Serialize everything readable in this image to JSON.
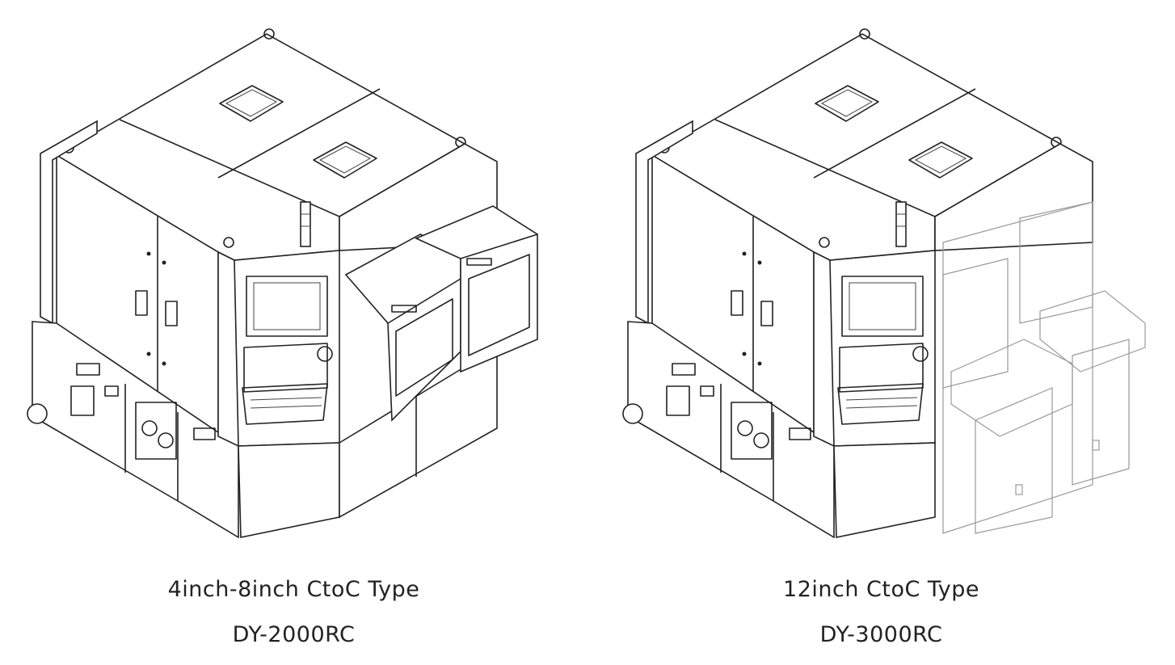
{
  "products": [
    {
      "type": "4inch-8inch CtoC Type",
      "model": "DY-2000RC"
    },
    {
      "type": "12inch CtoC Type",
      "model": "DY-3000RC"
    }
  ]
}
